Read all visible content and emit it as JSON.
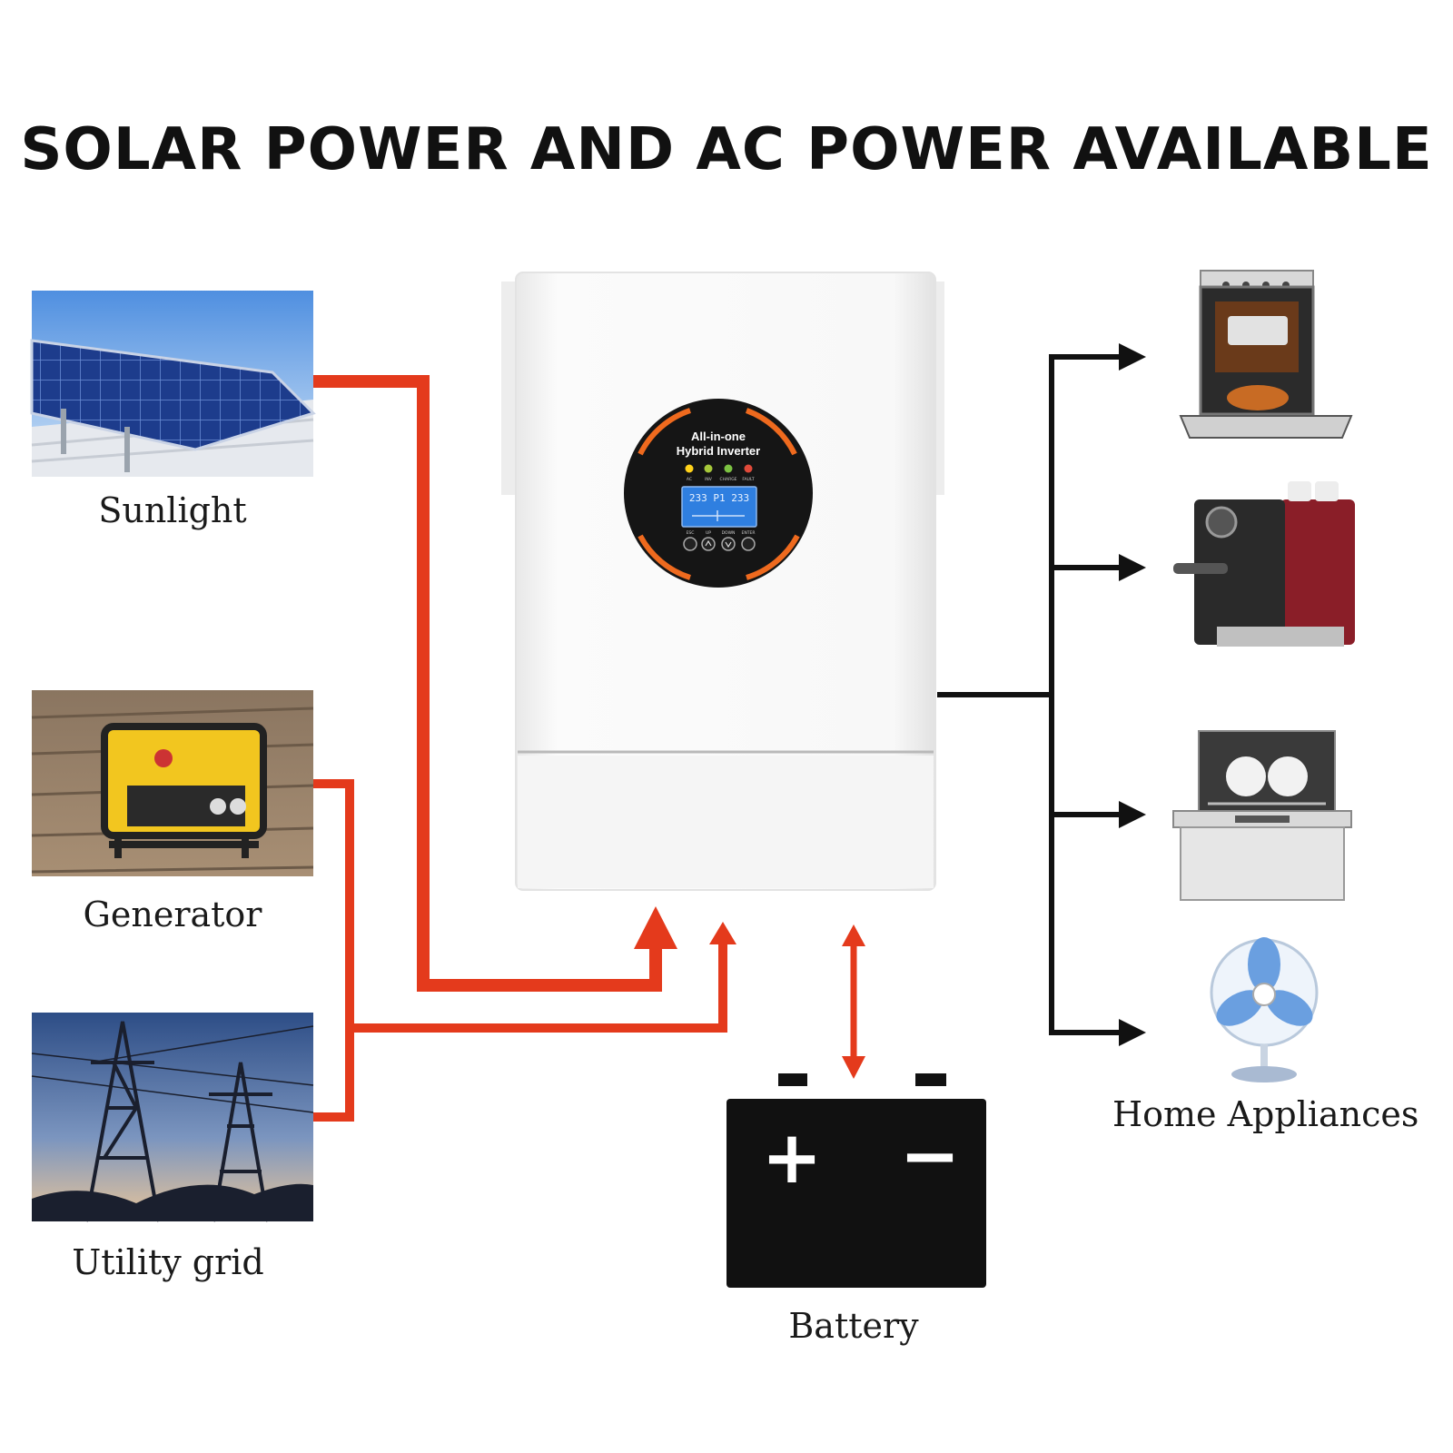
{
  "title": "SOLAR POWER AND AC POWER AVAILABLE",
  "sources": {
    "sunlight": "Sunlight",
    "generator": "Generator",
    "utility_grid": "Utility grid"
  },
  "inverter": {
    "panel_line1": "All-in-one",
    "panel_line2": "Hybrid Inverter",
    "lcd_readout": "233 P1 233",
    "indicators": [
      "AC",
      "INV",
      "CHARGE",
      "FAULT"
    ],
    "buttons": [
      "ESC",
      "UP",
      "DOWN",
      "ENTER"
    ]
  },
  "battery": {
    "label": "Battery",
    "positive_symbol": "+",
    "negative_symbol": "−"
  },
  "appliances": {
    "label": "Home Appliances",
    "items": [
      "oven-icon",
      "coffee-machine-icon",
      "dishwasher-icon",
      "electric-fan-icon"
    ]
  },
  "colors": {
    "ac_line": "#e43a1c",
    "output_line": "#111111",
    "panel_ring": "#ef6a1e",
    "lcd": "#2f7fe0",
    "inverter_body": "#f4f4f4"
  }
}
